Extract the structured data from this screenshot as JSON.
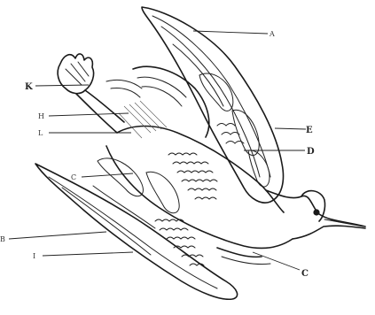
{
  "diagram": {
    "labels": [
      {
        "id": "A",
        "text": "A"
      },
      {
        "id": "K",
        "text": "K"
      },
      {
        "id": "H",
        "text": "H"
      },
      {
        "id": "L",
        "text": "L"
      },
      {
        "id": "E",
        "text": "E"
      },
      {
        "id": "D",
        "text": "D"
      },
      {
        "id": "C-upper",
        "text": "C"
      },
      {
        "id": "B",
        "text": "B"
      },
      {
        "id": "I",
        "text": "I"
      },
      {
        "id": "C-lower",
        "text": "C"
      }
    ]
  }
}
